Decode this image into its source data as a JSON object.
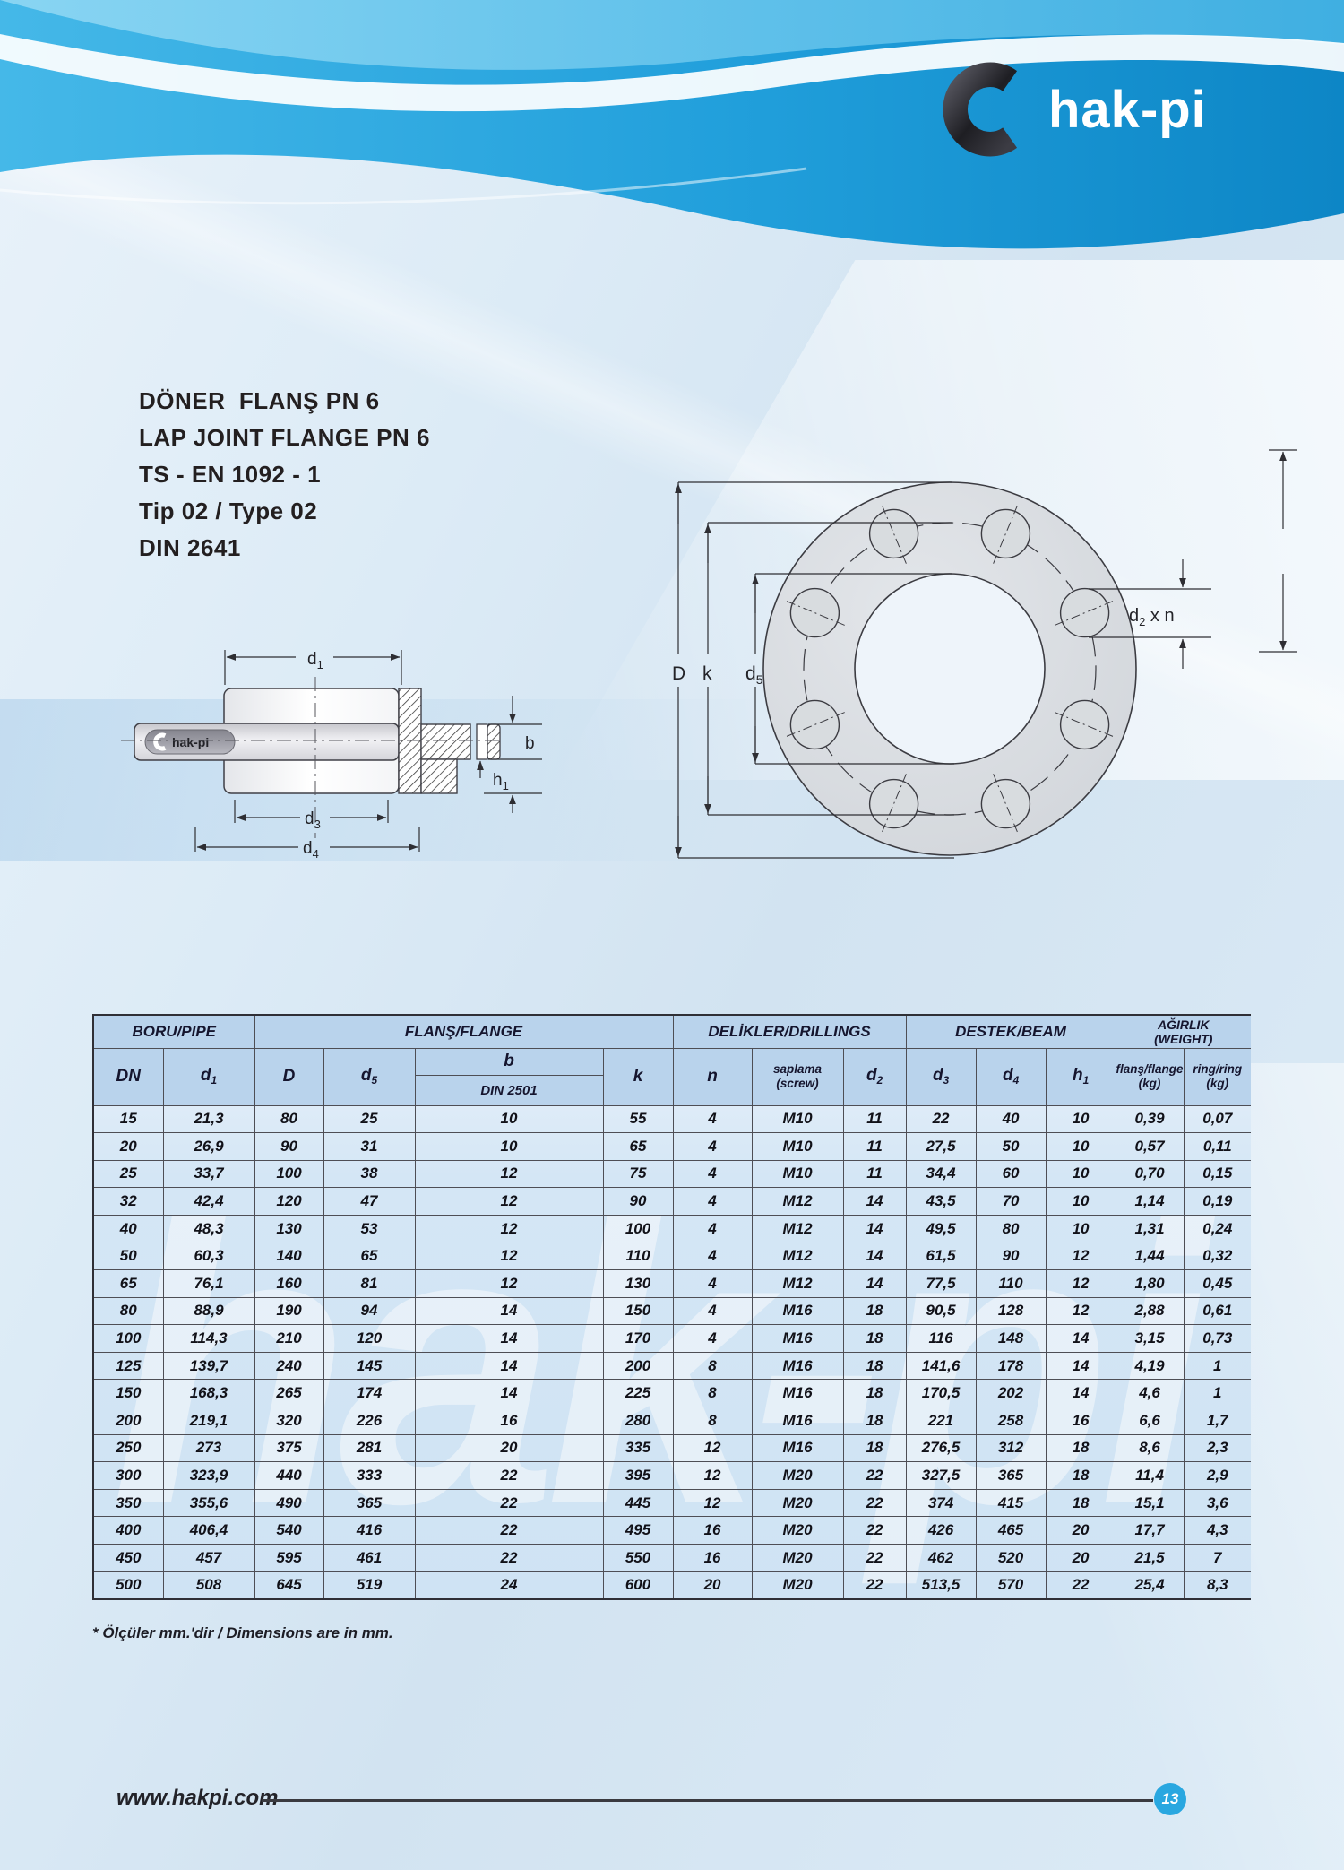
{
  "logo": {
    "text": "hak-pi"
  },
  "titles": {
    "line1": "DÖNER  FLANŞ PN 6",
    "line2": "LAP JOINT FLANGE PN 6",
    "line3": "TS - EN 1092 - 1",
    "line4": "Tip 02 / Type 02",
    "line5": "DIN 2641"
  },
  "drawing": {
    "pipe_logo": "hak-pi",
    "labels": {
      "d1": {
        "b": "d",
        "s": "1"
      },
      "d3": {
        "b": "d",
        "s": "3"
      },
      "d4": {
        "b": "d",
        "s": "4"
      },
      "b": {
        "b": "b"
      },
      "h1": {
        "b": "h",
        "s": "1"
      },
      "D": {
        "b": "D"
      },
      "k": {
        "b": "k"
      },
      "d5": {
        "b": "d",
        "s": "5"
      },
      "d2xn": {
        "b": "d",
        "s": "2",
        "x": " x n"
      }
    }
  },
  "table": {
    "groups": [
      {
        "label": "BORU/PIPE"
      },
      {
        "label": "FLANŞ/FLANGE"
      },
      {
        "label": "DELİKLER/DRILLINGS"
      },
      {
        "label": "DESTEK/BEAM"
      },
      {
        "label": "AĞIRLIK",
        "label2": "(WEIGHT)"
      }
    ],
    "columns": [
      {
        "l1": "DN"
      },
      {
        "l1": "d",
        "sub": "1"
      },
      {
        "l1": "D"
      },
      {
        "l1": "d",
        "sub": "5"
      },
      {
        "l1": "b",
        "l2": "DIN 2501"
      },
      {
        "l1": "k"
      },
      {
        "l1": "n"
      },
      {
        "l1": "saplama",
        "l2": "(screw)"
      },
      {
        "l1": "d",
        "sub": "2"
      },
      {
        "l1": "d",
        "sub": "3"
      },
      {
        "l1": "d",
        "sub": "4"
      },
      {
        "l1": "h",
        "sub": "1"
      },
      {
        "l1": "flanş/flange",
        "l2": "(kg)"
      },
      {
        "l1": "ring/ring",
        "l2": "(kg)"
      }
    ],
    "rows": [
      [
        "15",
        "21,3",
        "80",
        "25",
        "10",
        "55",
        "4",
        "M10",
        "11",
        "22",
        "40",
        "10",
        "0,39",
        "0,07"
      ],
      [
        "20",
        "26,9",
        "90",
        "31",
        "10",
        "65",
        "4",
        "M10",
        "11",
        "27,5",
        "50",
        "10",
        "0,57",
        "0,11"
      ],
      [
        "25",
        "33,7",
        "100",
        "38",
        "12",
        "75",
        "4",
        "M10",
        "11",
        "34,4",
        "60",
        "10",
        "0,70",
        "0,15"
      ],
      [
        "32",
        "42,4",
        "120",
        "47",
        "12",
        "90",
        "4",
        "M12",
        "14",
        "43,5",
        "70",
        "10",
        "1,14",
        "0,19"
      ],
      [
        "40",
        "48,3",
        "130",
        "53",
        "12",
        "100",
        "4",
        "M12",
        "14",
        "49,5",
        "80",
        "10",
        "1,31",
        "0,24"
      ],
      [
        "50",
        "60,3",
        "140",
        "65",
        "12",
        "110",
        "4",
        "M12",
        "14",
        "61,5",
        "90",
        "12",
        "1,44",
        "0,32"
      ],
      [
        "65",
        "76,1",
        "160",
        "81",
        "12",
        "130",
        "4",
        "M12",
        "14",
        "77,5",
        "110",
        "12",
        "1,80",
        "0,45"
      ],
      [
        "80",
        "88,9",
        "190",
        "94",
        "14",
        "150",
        "4",
        "M16",
        "18",
        "90,5",
        "128",
        "12",
        "2,88",
        "0,61"
      ],
      [
        "100",
        "114,3",
        "210",
        "120",
        "14",
        "170",
        "4",
        "M16",
        "18",
        "116",
        "148",
        "14",
        "3,15",
        "0,73"
      ],
      [
        "125",
        "139,7",
        "240",
        "145",
        "14",
        "200",
        "8",
        "M16",
        "18",
        "141,6",
        "178",
        "14",
        "4,19",
        "1"
      ],
      [
        "150",
        "168,3",
        "265",
        "174",
        "14",
        "225",
        "8",
        "M16",
        "18",
        "170,5",
        "202",
        "14",
        "4,6",
        "1"
      ],
      [
        "200",
        "219,1",
        "320",
        "226",
        "16",
        "280",
        "8",
        "M16",
        "18",
        "221",
        "258",
        "16",
        "6,6",
        "1,7"
      ],
      [
        "250",
        "273",
        "375",
        "281",
        "20",
        "335",
        "12",
        "M16",
        "18",
        "276,5",
        "312",
        "18",
        "8,6",
        "2,3"
      ],
      [
        "300",
        "323,9",
        "440",
        "333",
        "22",
        "395",
        "12",
        "M20",
        "22",
        "327,5",
        "365",
        "18",
        "11,4",
        "2,9"
      ],
      [
        "350",
        "355,6",
        "490",
        "365",
        "22",
        "445",
        "12",
        "M20",
        "22",
        "374",
        "415",
        "18",
        "15,1",
        "3,6"
      ],
      [
        "400",
        "406,4",
        "540",
        "416",
        "22",
        "495",
        "16",
        "M20",
        "22",
        "426",
        "465",
        "20",
        "17,7",
        "4,3"
      ],
      [
        "450",
        "457",
        "595",
        "461",
        "22",
        "550",
        "16",
        "M20",
        "22",
        "462",
        "520",
        "20",
        "21,5",
        "7"
      ],
      [
        "500",
        "508",
        "645",
        "519",
        "24",
        "600",
        "20",
        "M20",
        "22",
        "513,5",
        "570",
        "22",
        "25,4",
        "8,3"
      ]
    ]
  },
  "footnote": "* Ölçüler mm.'dir / Dimensions are in mm.",
  "footer": {
    "url": "www.hakpi.com",
    "page": "13"
  }
}
